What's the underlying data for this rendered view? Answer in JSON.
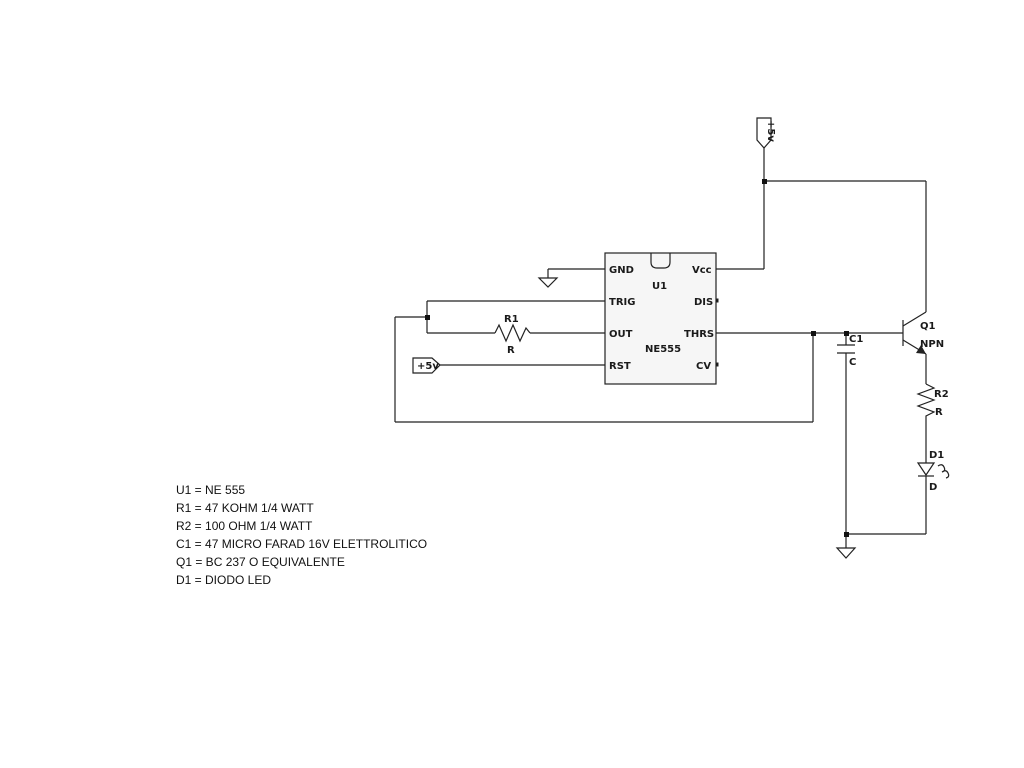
{
  "schematic": {
    "chip": {
      "designator": "U1",
      "part": "NE555",
      "pins": {
        "gnd": "GND",
        "trig": "TRIG",
        "out": "OUT",
        "rst": "RST",
        "vcc": "Vcc",
        "dis": "DIS",
        "thrs": "THRS",
        "cv": "CV"
      }
    },
    "r1": {
      "designator": "R1",
      "value": "R"
    },
    "r2": {
      "designator": "R2",
      "value": "R"
    },
    "c1": {
      "designator": "C1",
      "value": "C"
    },
    "q1": {
      "designator": "Q1",
      "type": "NPN"
    },
    "d1": {
      "designator": "D1",
      "value": "D"
    },
    "supply_top": "+5v",
    "supply_left": "+5v"
  },
  "bom": [
    "U1 = NE 555",
    "R1 = 47 KOHM 1/4 WATT",
    "R2 =  100 OHM 1/4 WATT",
    "C1 = 47 MICRO FARAD 16V ELETTROLITICO",
    "Q1 = BC 237 O EQUIVALENTE",
    "D1 = DIODO LED"
  ],
  "colors": {
    "wire": "#222222",
    "chip_fill": "#f6f6f6",
    "background": "#ffffff"
  }
}
